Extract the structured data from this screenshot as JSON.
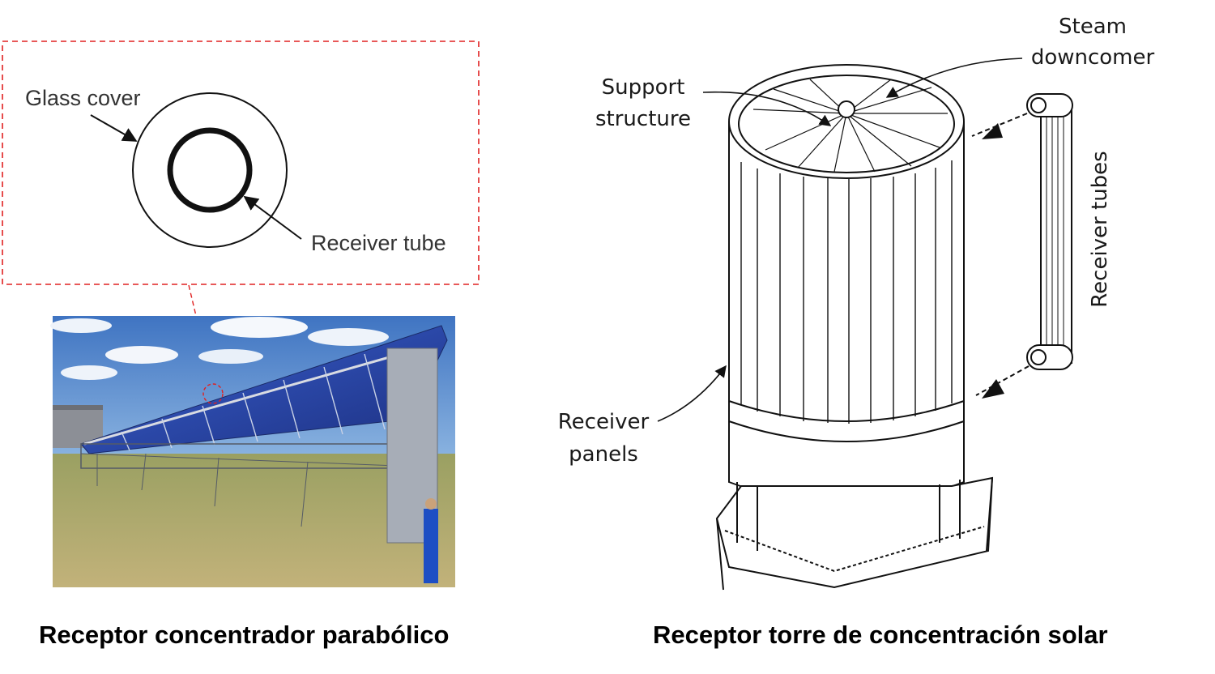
{
  "left_panel": {
    "inset_labels": {
      "glass_cover": "Glass cover",
      "receiver_tube": "Receiver tube"
    },
    "caption": "Receptor concentrador parabólico"
  },
  "right_panel": {
    "labels": {
      "steam_line1": "Steam",
      "steam_line2": "downcomer",
      "support_line1": "Support",
      "support_line2": "structure",
      "receiver_tubes": "Receiver tubes",
      "panels_line1": "Receiver",
      "panels_line2": "panels"
    },
    "caption": "Receptor torre de concentración solar"
  },
  "colors": {
    "callout_dash": "#e02020",
    "sky": "#4a7fc4",
    "mirror": "#2f4fb0",
    "ground": "#a89a5a"
  }
}
